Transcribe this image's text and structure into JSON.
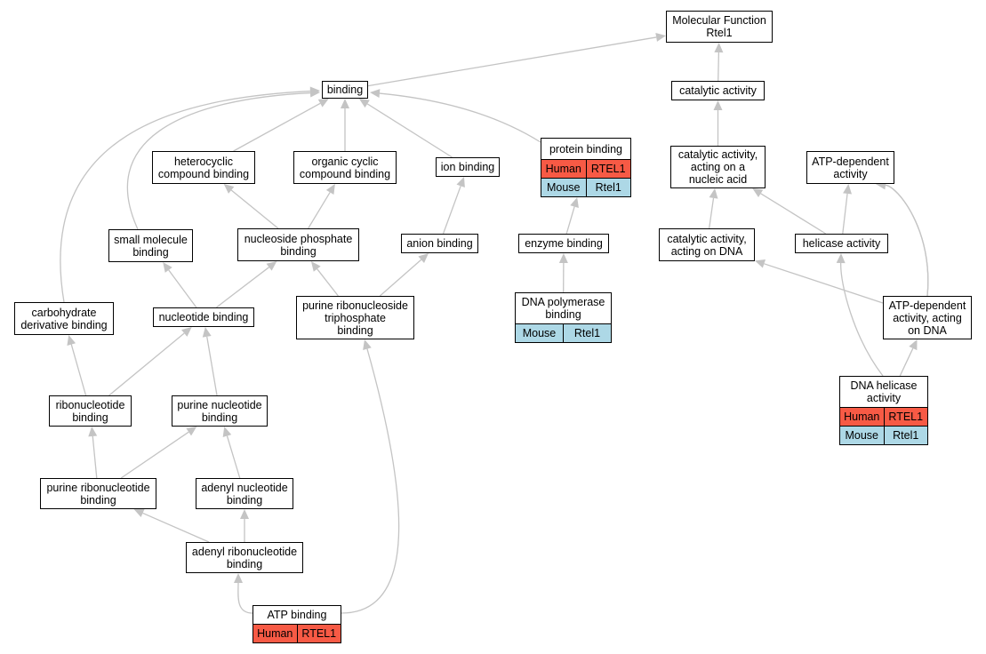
{
  "colors": {
    "human": "#f75a45",
    "mouse": "#add8e6",
    "edge": "#c4c4c4",
    "border": "#000000"
  },
  "nodes": {
    "mf": {
      "label": "Molecular Function\nRtel1"
    },
    "binding": {
      "label": "binding"
    },
    "catalytic": {
      "label": "catalytic activity"
    },
    "heterocyclic": {
      "label": "heterocyclic\ncompound binding"
    },
    "organic_cyclic": {
      "label": "organic cyclic\ncompound binding"
    },
    "ion_binding": {
      "label": "ion binding"
    },
    "protein_binding": {
      "label": "protein binding",
      "human": [
        "Human",
        "RTEL1"
      ],
      "mouse": [
        "Mouse",
        "Rtel1"
      ]
    },
    "cat_nucleic": {
      "label": "catalytic activity,\nacting on a\nnucleic acid"
    },
    "atp_dependent": {
      "label": "ATP-dependent\nactivity"
    },
    "small_molecule": {
      "label": "small molecule\nbinding"
    },
    "nucleoside_phosphate": {
      "label": "nucleoside phosphate\nbinding"
    },
    "anion_binding": {
      "label": "anion binding"
    },
    "enzyme_binding": {
      "label": "enzyme binding"
    },
    "cat_dna": {
      "label": "catalytic activity,\nacting on DNA"
    },
    "helicase": {
      "label": "helicase activity"
    },
    "carbohydrate": {
      "label": "carbohydrate\nderivative binding"
    },
    "nucleotide": {
      "label": "nucleotide binding"
    },
    "purine_ribonucleoside_tp": {
      "label": "purine ribonucleoside\ntriphosphate\nbinding"
    },
    "dna_polymerase": {
      "label": "DNA polymerase\nbinding",
      "mouse": [
        "Mouse",
        "Rtel1"
      ]
    },
    "atp_dep_dna": {
      "label": "ATP-dependent\nactivity, acting\non DNA"
    },
    "ribonucleotide": {
      "label": "ribonucleotide\nbinding"
    },
    "purine_nucleotide": {
      "label": "purine nucleotide\nbinding"
    },
    "dna_helicase": {
      "label": "DNA helicase\nactivity",
      "human": [
        "Human",
        "RTEL1"
      ],
      "mouse": [
        "Mouse",
        "Rtel1"
      ]
    },
    "purine_ribonucleotide": {
      "label": "purine ribonucleotide\nbinding"
    },
    "adenyl_nucleotide": {
      "label": "adenyl nucleotide\nbinding"
    },
    "adenyl_ribonucleotide": {
      "label": "adenyl ribonucleotide\nbinding"
    },
    "atp_binding": {
      "label": "ATP binding",
      "human": [
        "Human",
        "RTEL1"
      ]
    }
  },
  "edges": [
    [
      "binding",
      "mf"
    ],
    [
      "catalytic",
      "mf"
    ],
    [
      "atp_dependent",
      "mf"
    ],
    [
      "heterocyclic",
      "binding"
    ],
    [
      "organic_cyclic",
      "binding"
    ],
    [
      "ion_binding",
      "binding"
    ],
    [
      "protein_binding",
      "binding"
    ],
    [
      "small_molecule",
      "binding"
    ],
    [
      "carbohydrate",
      "binding"
    ],
    [
      "cat_nucleic",
      "catalytic"
    ],
    [
      "nucleoside_phosphate",
      "heterocyclic"
    ],
    [
      "nucleoside_phosphate",
      "organic_cyclic"
    ],
    [
      "anion_binding",
      "ion_binding"
    ],
    [
      "enzyme_binding",
      "protein_binding"
    ],
    [
      "cat_dna",
      "cat_nucleic"
    ],
    [
      "helicase",
      "cat_nucleic"
    ],
    [
      "helicase",
      "atp_dependent"
    ],
    [
      "atp_dep_dna",
      "atp_dependent"
    ],
    [
      "nucleotide",
      "small_molecule"
    ],
    [
      "nucleotide",
      "nucleoside_phosphate"
    ],
    [
      "purine_ribonucleoside_tp",
      "nucleoside_phosphate"
    ],
    [
      "purine_ribonucleoside_tp",
      "anion_binding"
    ],
    [
      "dna_polymerase",
      "enzyme_binding"
    ],
    [
      "atp_dep_dna",
      "cat_dna"
    ],
    [
      "dna_helicase",
      "helicase"
    ],
    [
      "dna_helicase",
      "atp_dep_dna"
    ],
    [
      "ribonucleotide",
      "carbohydrate"
    ],
    [
      "ribonucleotide",
      "nucleotide"
    ],
    [
      "purine_nucleotide",
      "nucleotide"
    ],
    [
      "purine_ribonucleotide",
      "ribonucleotide"
    ],
    [
      "purine_ribonucleotide",
      "purine_nucleotide"
    ],
    [
      "adenyl_nucleotide",
      "purine_nucleotide"
    ],
    [
      "adenyl_ribonucleotide",
      "purine_ribonucleotide"
    ],
    [
      "adenyl_ribonucleotide",
      "adenyl_nucleotide"
    ],
    [
      "atp_binding",
      "adenyl_ribonucleotide"
    ],
    [
      "atp_binding",
      "purine_ribonucleoside_tp"
    ]
  ]
}
